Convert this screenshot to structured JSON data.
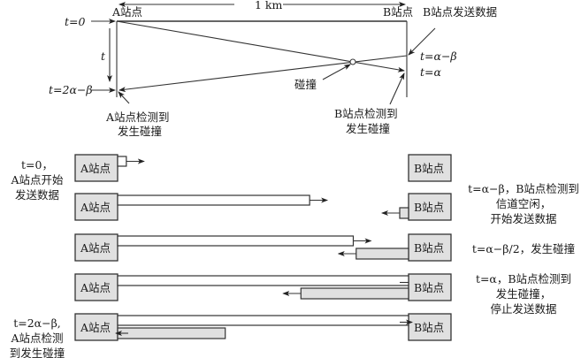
{
  "timing": {
    "distance_label": "1 km",
    "station_a": "A站点",
    "station_b": "B站点",
    "b_sends": "B站点发送数据",
    "t0": "t=0",
    "t_axis": "t",
    "t_2a_b": "t=2α−β",
    "t_a_b": "t=α−β",
    "t_a": "t=α",
    "collision": "碰撞",
    "a_detect_1": "A站点检测到",
    "a_detect_2": "发生碰撞",
    "b_detect_1": "B站点检测到",
    "b_detect_2": "发生碰撞"
  },
  "steps": [
    {
      "station_a": "A站点",
      "station_b": "B站点",
      "note_lines": [
        "t=0，",
        "A站点开始",
        "发送数据"
      ],
      "note_side": "left",
      "a_progress": 0.03,
      "b_progress": 0
    },
    {
      "station_a": "A站点",
      "station_b": "B站点",
      "note_lines": [
        "t=α−β，B站点检测到",
        "信道空闲，",
        "开始发送数据"
      ],
      "note_side": "right",
      "a_progress": 0.66,
      "b_progress": 0.03
    },
    {
      "station_a": "A站点",
      "station_b": "B站点",
      "note_lines": [
        "t=α−β/2，发生碰撞"
      ],
      "note_side": "right",
      "a_progress": 0.81,
      "b_progress": 0.18
    },
    {
      "station_a": "A站点",
      "station_b": "B站点",
      "note_lines": [
        "t=α，B站点检测到",
        "发生碰撞，",
        "停止发送数据"
      ],
      "note_side": "right",
      "a_progress": 1.0,
      "b_progress": 0.37
    },
    {
      "station_a": "A站点",
      "station_b": "B站点",
      "note_lines": [
        "t=2α−β,",
        "A站点检测",
        "到发生碰撞"
      ],
      "note_side": "left",
      "a_progress": 1.0,
      "b_progress": 0.37
    }
  ]
}
